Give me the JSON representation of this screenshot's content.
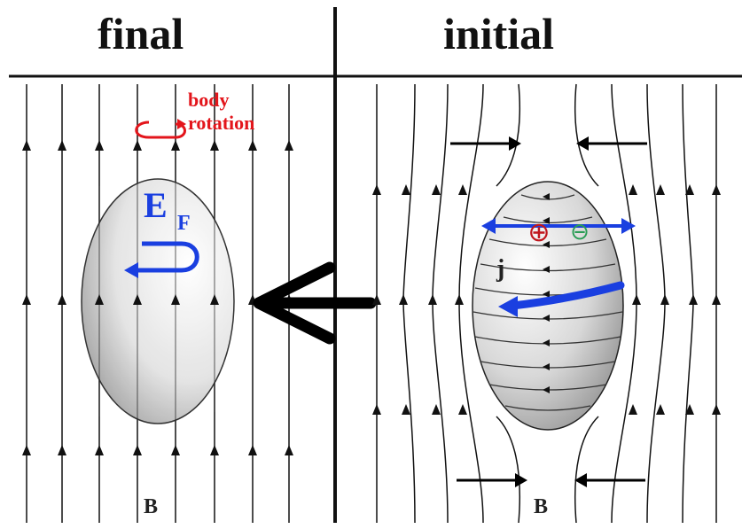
{
  "panels": {
    "final": {
      "title": "final"
    },
    "initial": {
      "title": "initial"
    }
  },
  "labels": {
    "body_rotation_line1": "body",
    "body_rotation_line2": "rotation",
    "ef_main": "E",
    "ef_sub": "F",
    "b_field_left": "B",
    "b_field_right": "B",
    "current_density": "j"
  },
  "colors": {
    "rotation_arrow": "#e3151b",
    "ef_arrow": "#1a3fe0",
    "charge_plus": "#c0161d",
    "charge_minus": "#2a9d55",
    "field_lines": "#111111"
  },
  "symbols": {
    "positive_charge": "⊕",
    "negative_charge": "⊖"
  }
}
